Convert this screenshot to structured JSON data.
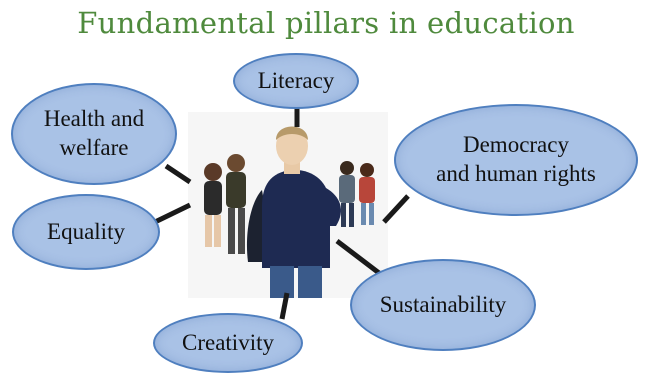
{
  "title": "Fundamental pillars in education",
  "pillars": {
    "literacy": "Literacy",
    "health": "Health and\nwelfare",
    "democracy": "Democracy\nand human rights",
    "equality": "Equality",
    "sustainability": "Sustainability",
    "creativity": "Creativity"
  },
  "colors": {
    "title": "#4f8a3d",
    "bubble_fill": "#a9c2e6",
    "bubble_border": "#4f7fbf",
    "connector": "#1a1a1a"
  }
}
